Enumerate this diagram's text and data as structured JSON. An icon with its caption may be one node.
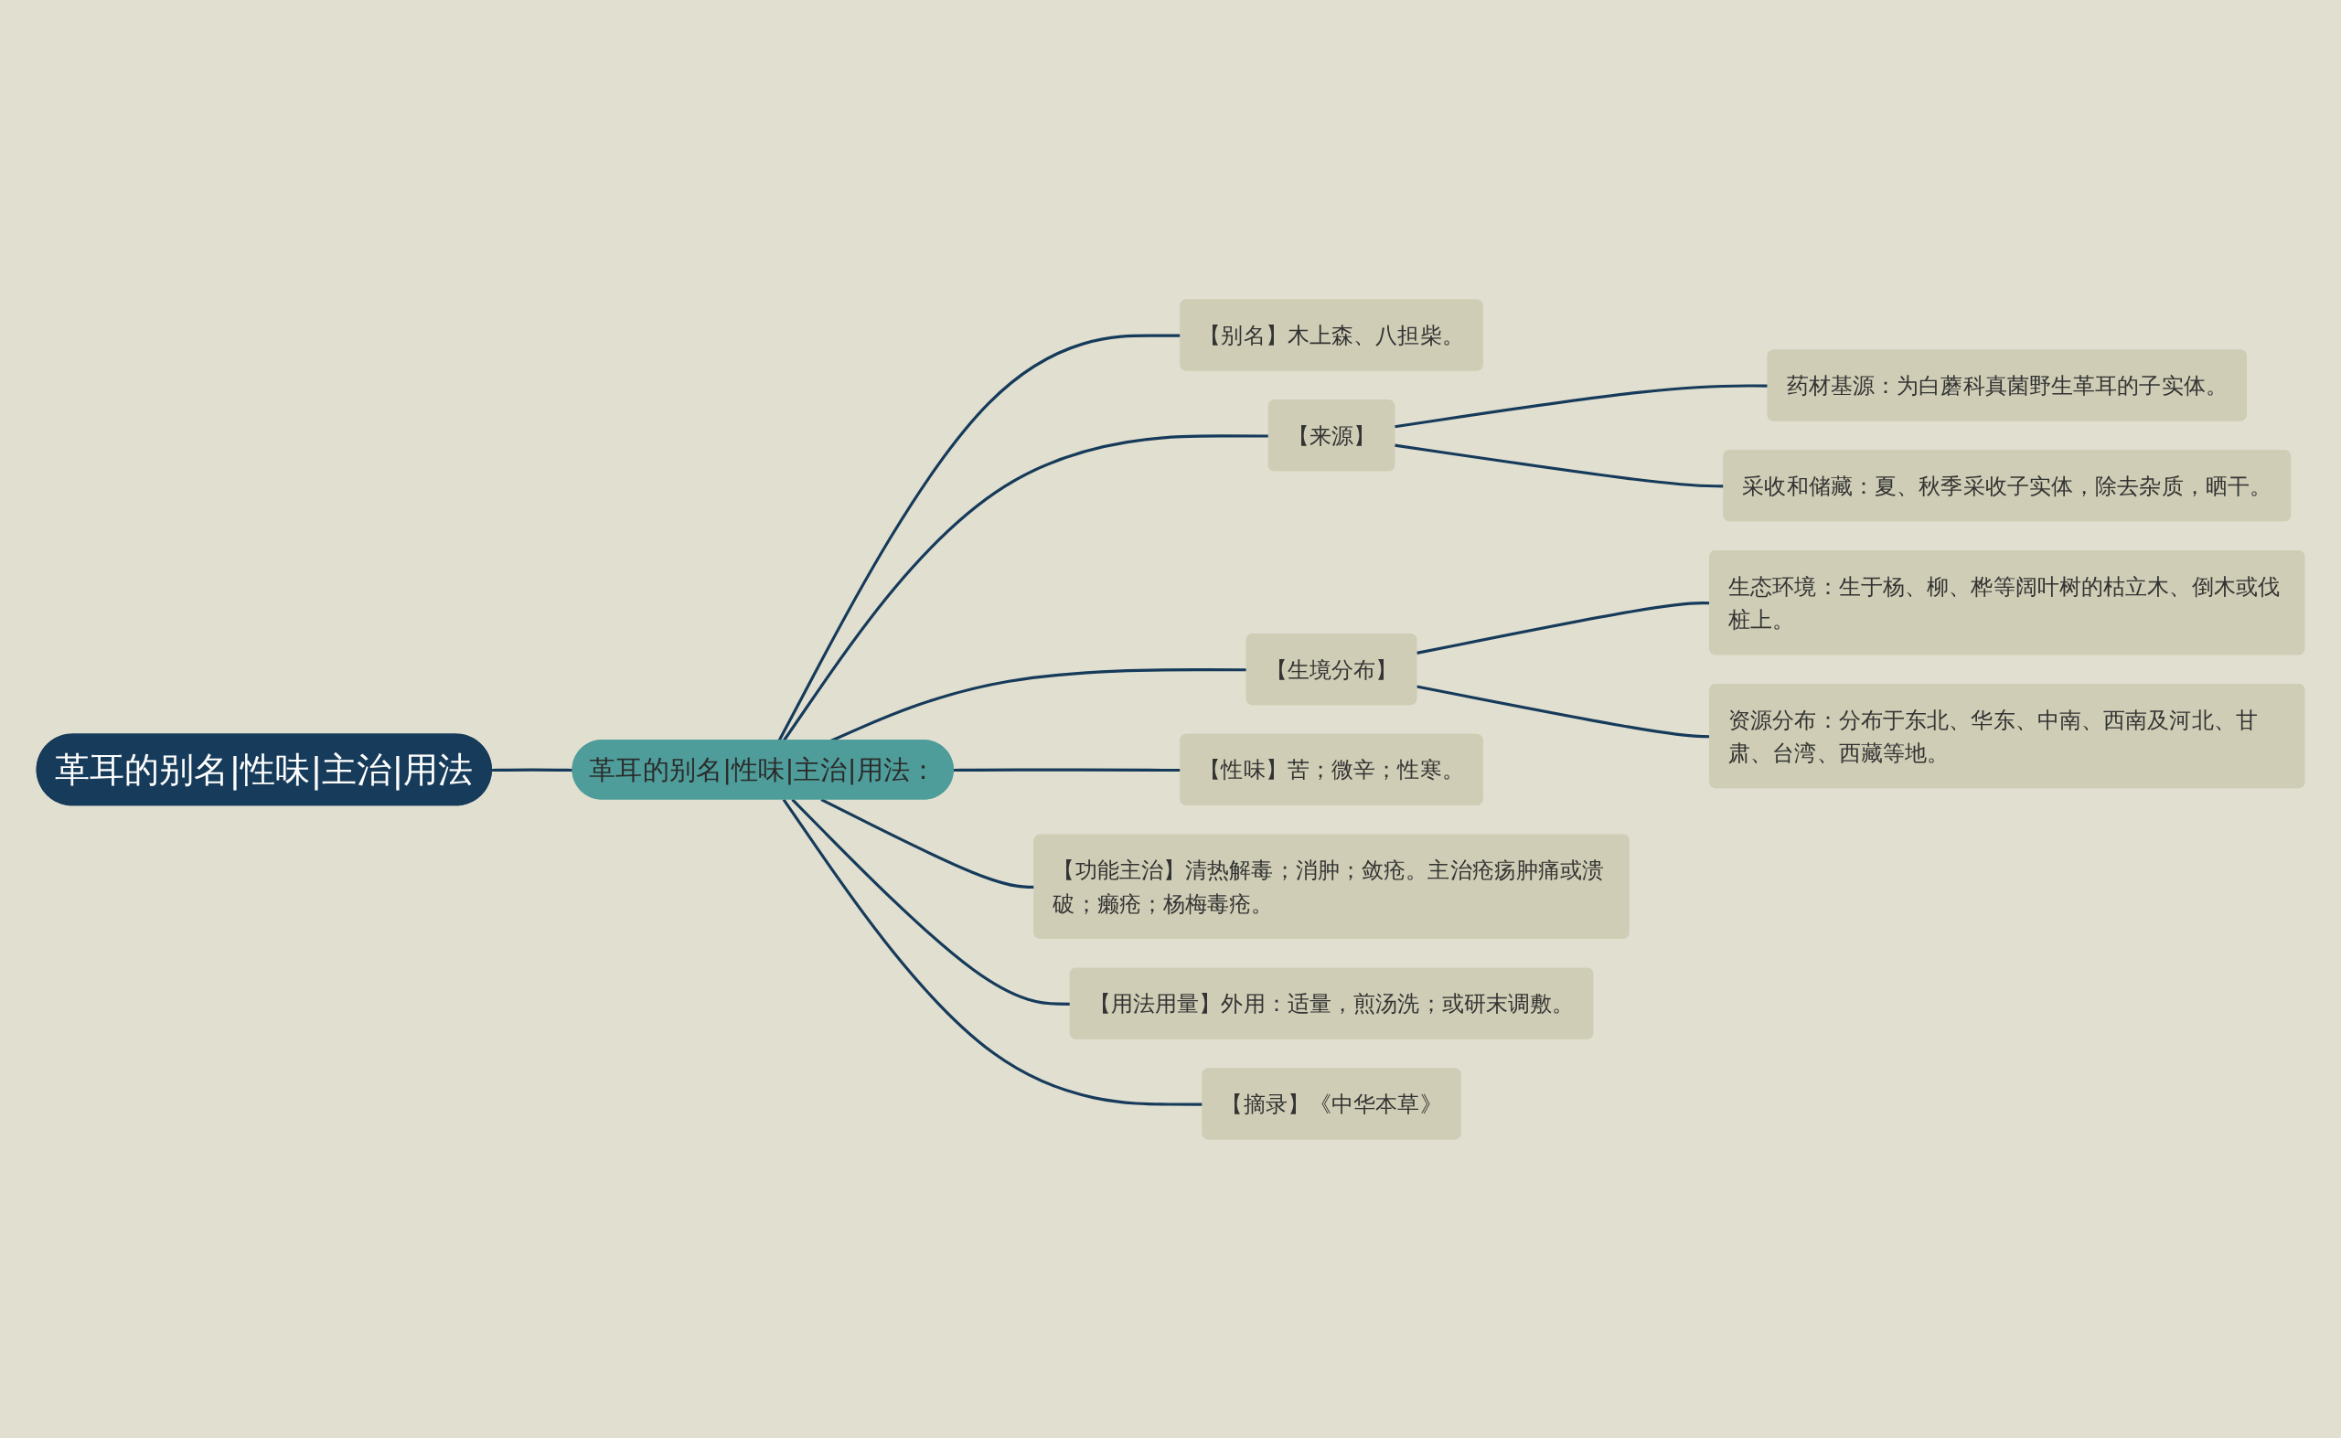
{
  "diagram": {
    "nodes": [
      {
        "text": [
          "革耳的别名|性味|主治|用法"
        ]
      },
      {
        "text": [
          "革耳的别名|性味|主治|用法："
        ]
      },
      {
        "text": [
          "【别名】木上森、八担柴。"
        ]
      },
      {
        "text": [
          "【来源】"
        ]
      },
      {
        "text": [
          "药材基源：为白蘑科真菌野生革耳的子实体。"
        ]
      },
      {
        "text": [
          "采收和储藏：夏、秋季采收子实体，除去杂质，晒干。"
        ]
      },
      {
        "text": [
          "【生境分布】"
        ]
      },
      {
        "text": [
          "生态环境：生于杨、柳、桦等阔叶树的枯立木、倒木或伐桩上。"
        ]
      },
      {
        "text": [
          "资源分布：分布于东北、华东、中南、西南及河北、甘肃、台湾、西藏等地。"
        ]
      },
      {
        "text": [
          "【性味】苦；微辛；性寒。"
        ]
      },
      {
        "text": [
          "【功能主治】清热解毒；消肿；敛疮。主治疮疡肿痛或溃破；癞疮；杨梅毒疮。"
        ]
      },
      {
        "text": [
          "【用法用量】外用：适量，煎汤洗；或研末调敷。"
        ]
      },
      {
        "text": [
          "【摘录】《中华本草》"
        ]
      }
    ],
    "edges": [
      {
        "from": 0,
        "to": 1,
        "arrow": "none"
      },
      {
        "from": 1,
        "to": 2,
        "arrow": "none"
      },
      {
        "from": 1,
        "to": 3,
        "arrow": "none"
      },
      {
        "from": 3,
        "to": 4,
        "arrow": "none"
      },
      {
        "from": 3,
        "to": 5,
        "arrow": "none"
      },
      {
        "from": 1,
        "to": 6,
        "arrow": "none"
      },
      {
        "from": 6,
        "to": 7,
        "arrow": "none"
      },
      {
        "from": 6,
        "to": 8,
        "arrow": "none"
      },
      {
        "from": 1,
        "to": 9,
        "arrow": "none"
      },
      {
        "from": 1,
        "to": 10,
        "arrow": "none"
      },
      {
        "from": 1,
        "to": 11,
        "arrow": "none"
      },
      {
        "from": 1,
        "to": 12,
        "arrow": "none"
      }
    ]
  }
}
